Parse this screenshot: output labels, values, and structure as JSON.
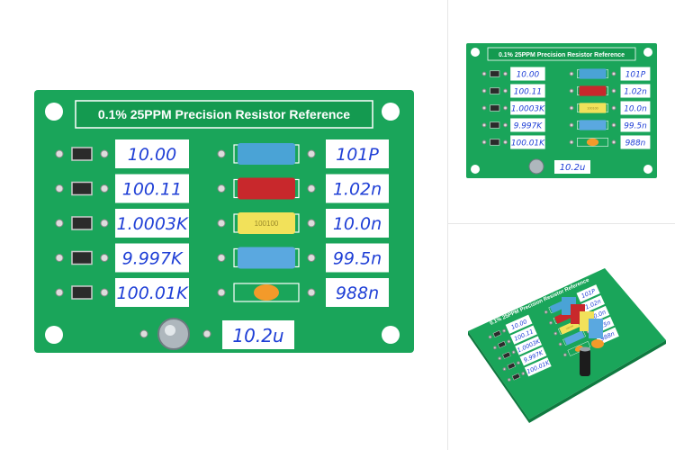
{
  "board": {
    "title": "0.1% 25PPM Precision Resistor Reference",
    "chip_marking": "100100",
    "resistor_labels": [
      "10.00",
      "100.11",
      "1.0003K",
      "9.997K",
      "100.01K"
    ],
    "capacitor_labels": [
      "101P",
      "1.02n",
      "10.0n",
      "99.5n",
      "988n"
    ],
    "electrolytic_label": "10.2u"
  },
  "colors": {
    "pcb_green": "#1aa55a",
    "silkscreen": "#ffffff",
    "ink_blue": "#1f3fd6",
    "cap_blue": "#4aa3d6",
    "cap_red": "#c8282c",
    "cap_yellow": "#f2e15a",
    "cap_lightblue": "#5aa8e0",
    "cap_orange": "#f39a2a"
  },
  "icons": [
    "mounting-hole-icon",
    "smd-resistor-icon",
    "film-capacitor-icon",
    "electrolytic-capacitor-icon"
  ]
}
